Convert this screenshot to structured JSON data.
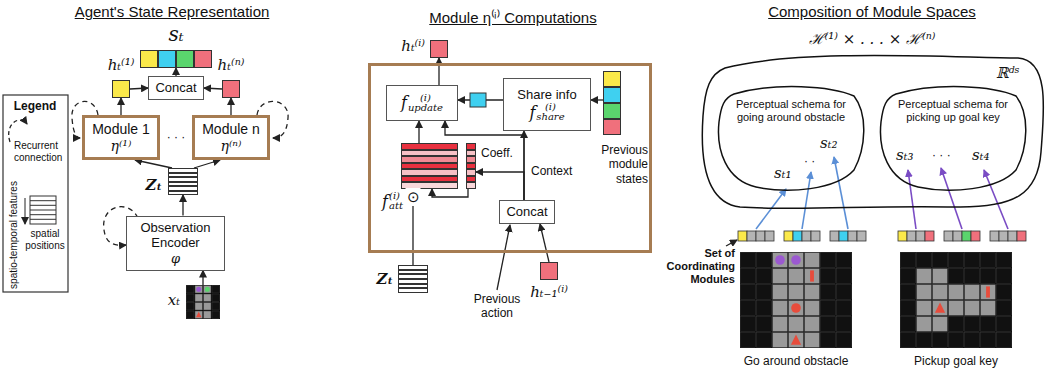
{
  "diagram": {
    "nodes": [
      {
        "text": [
          "sₜ"
        ]
      },
      {
        "text": [
          "Concat"
        ]
      },
      {
        "text": [
          "hₜ⁽¹⁾"
        ]
      },
      {
        "text": [
          "hₜ⁽ⁿ⁾"
        ]
      },
      {
        "text": [
          "Module 1",
          "η⁽¹⁾"
        ]
      },
      {
        "text": [
          "Module n",
          "η⁽ⁿ⁾"
        ]
      },
      {
        "text": [
          "Zₜ"
        ]
      },
      {
        "text": [
          "Observation Encoder",
          "φ"
        ]
      },
      {
        "text": [
          "xₜ"
        ]
      },
      {
        "text": [
          "Module η⁽ⁱ⁾ Computations"
        ]
      },
      {
        "text": [
          "hₜ⁽ⁱ⁾"
        ]
      },
      {
        "text": [
          "f",
          "update",
          "(i)"
        ],
        "in": 9
      },
      {
        "text": [
          "Share info",
          "f",
          "share",
          "(i)"
        ],
        "in": 9
      },
      {
        "text": [
          "Previous module states"
        ],
        "in": 9
      },
      {
        "text": [
          "f",
          "att",
          "(i)"
        ],
        "in": 9
      },
      {
        "text": [
          "Coeff."
        ],
        "in": 9
      },
      {
        "text": [
          "Concat"
        ],
        "in": 9
      },
      {
        "text": [
          "hₜ₋₁⁽ⁱ⁾"
        ]
      },
      {
        "text": [
          "Zₜ"
        ]
      },
      {
        "text": [
          "ℋ⁽¹⁾ × . . . × ℋ⁽ⁿ⁾",
          "ℝᵈˢ"
        ]
      },
      {
        "text": [
          "Perceptual schema for going around obstacle",
          "sₜ₁",
          "· ·",
          "sₜ₂"
        ],
        "in": 19
      },
      {
        "text": [
          "Perceptual schema for picking up goal key",
          "sₜ₃",
          "· · ·",
          "sₜ₄"
        ],
        "in": 19
      },
      {
        "text": [
          "Go around obstacle"
        ]
      },
      {
        "text": [
          "Pickup goal key"
        ]
      }
    ],
    "edges": [
      {
        "from": 8,
        "to": 7,
        "arrow": "to"
      },
      {
        "from": 7,
        "to": 6,
        "arrow": "to"
      },
      {
        "from": 6,
        "to": 4,
        "arrow": "to"
      },
      {
        "from": 6,
        "to": 5,
        "arrow": "to"
      },
      {
        "from": 4,
        "to": 2,
        "arrow": "to"
      },
      {
        "from": 5,
        "to": 3,
        "arrow": "to"
      },
      {
        "from": 2,
        "to": 1,
        "arrow": "to"
      },
      {
        "from": 3,
        "to": 1,
        "arrow": "to"
      },
      {
        "from": 1,
        "to": 0,
        "arrow": "to"
      },
      {
        "from": 11,
        "to": 10,
        "arrow": "to"
      },
      {
        "from": 12,
        "to": 11,
        "arrow": "to"
      },
      {
        "from": 13,
        "to": 12,
        "arrow": "to"
      },
      {
        "from": 14,
        "to": 11,
        "arrow": "to"
      },
      {
        "from": 15,
        "to": 14,
        "arrow": "to"
      },
      {
        "from": 18,
        "to": 14,
        "arrow": "to"
      },
      {
        "from": 16,
        "to": 11,
        "arrow": "to"
      },
      {
        "from": 16,
        "to": 12,
        "label": "Context",
        "arrow": "to"
      },
      {
        "from": 16,
        "to": 15,
        "arrow": "to"
      },
      {
        "from": 17,
        "to": 16,
        "arrow": "to"
      }
    ],
    "labels": [
      "Agent's State Representation",
      "Legend",
      "· · ·",
      "spatial positions",
      "⊙",
      "Previous action",
      "Composition of Module Spaces",
      "Set of Coordinating Modules"
    ],
    "legend": [
      {
        "text": "Recurrent connection"
      },
      {
        "text": "spatio-temporal features"
      }
    ]
  }
}
